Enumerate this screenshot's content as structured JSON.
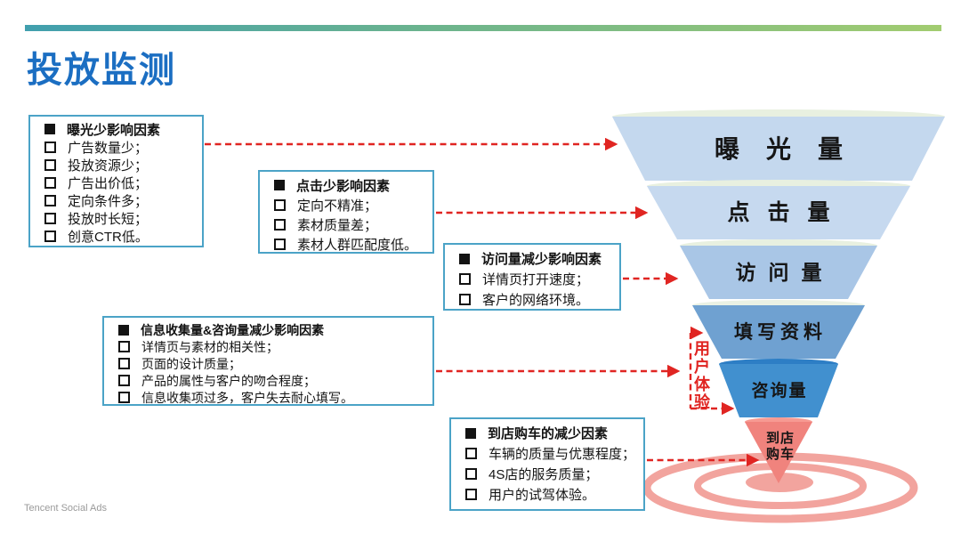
{
  "header": {
    "title": "投放监测"
  },
  "footer": {
    "brand": "Tencent Social Ads"
  },
  "colors": {
    "title_blue": "#1b6ec2",
    "bar_gradient_start": "#419fae",
    "bar_gradient_end": "#a2cc70",
    "box_border": "#4ba3c7",
    "arrow_red": "#e02522",
    "ripple": "#f2a49e",
    "footer_text": "#9a9a9a"
  },
  "factor_boxes": [
    {
      "header": "曝光少影响因素",
      "items": [
        "广告数量少；",
        "投放资源少；",
        "广告出价低；",
        "定向条件多；",
        "投放时长短；",
        "创意CTR低。"
      ]
    },
    {
      "header": "点击少影响因素",
      "items": [
        "定向不精准；",
        "素材质量差；",
        "素材人群匹配度低。"
      ]
    },
    {
      "header": "访问量减少影响因素",
      "items": [
        "详情页打开速度；",
        "客户的网络环境。"
      ]
    },
    {
      "header": "信息收集量&咨询量减少影响因素",
      "items": [
        "详情页与素材的相关性；",
        "页面的设计质量；",
        "产品的属性与客户的吻合程度；",
        "信息收集项过多，客户失去耐心填写。"
      ]
    },
    {
      "header": "到店购车的减少因素",
      "items": [
        "车辆的质量与优惠程度；",
        "4S店的服务质量；",
        "用户的试驾体验。"
      ]
    }
  ],
  "funnel": {
    "stages": [
      {
        "label": "曝光量",
        "color": "#c4d8ee",
        "lip_color": "#e8f0e0"
      },
      {
        "label": "点击量",
        "color": "#c6d9ef",
        "lip_color": "#e8f0e0"
      },
      {
        "label": "访问量",
        "color": "#a9c6e6",
        "lip_color": "#e8f0e0"
      },
      {
        "label": "填写资料",
        "color": "#6fa1d1",
        "lip_color": "#eaf1e4"
      },
      {
        "label": "咨询量",
        "color": "#4190cf",
        "lip_color": "#2d7ec5"
      },
      {
        "label": "到店购车",
        "label_lines": [
          "到店",
          "购车"
        ],
        "color": "#f0837d",
        "lip_color": "#f79a92"
      }
    ],
    "user_experience_label": "用户体验"
  }
}
